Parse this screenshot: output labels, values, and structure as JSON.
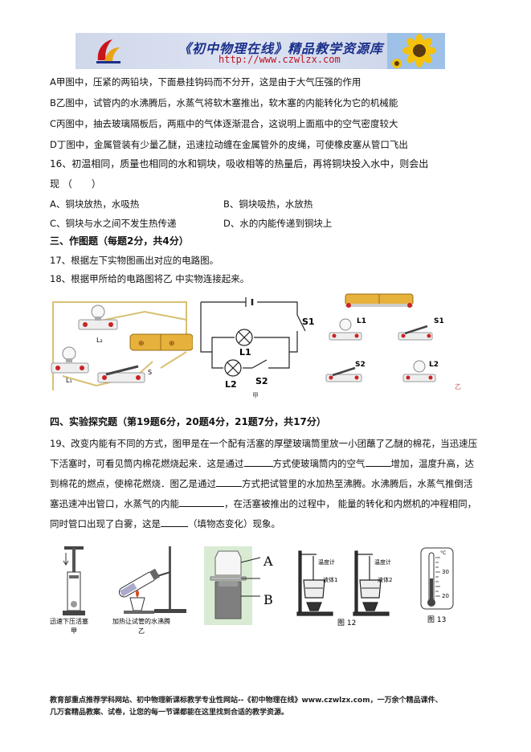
{
  "banner": {
    "title": "《初中物理在线》精品教学资源库",
    "url": "http://www.czwlzx.com"
  },
  "q15_options": [
    "A甲图中，压紧的两铅块，下面悬挂钩码而不分开，这是由于大气压强的作用",
    "B乙图中，试管内的水沸腾后，水蒸气将软木塞推出，软木塞的内能转化为它的机械能",
    "C丙图中，抽去玻璃隔板后，两瓶中的气体逐渐混合，这说明上面瓶中的空气密度较大",
    "D丁图中，金属管装有少量乙醚，迅速拉动缠在金属管外的皮绳，可使橡皮塞从管口飞出"
  ],
  "q16": {
    "line1": "16、初温相同，质量也相同的水和铜块，吸收相等的热量后，再将铜块投入水中，则会出",
    "line2": "现 （　　）",
    "opt_a": "A、铜块放热，水吸热",
    "opt_b": "B、铜块吸热，水放热",
    "opt_c": "C、铜块与水之间不发生热传递",
    "opt_d": "D、水的内能传递到铜块上"
  },
  "section3": {
    "heading": "三、作图题（每题2分，共4分）",
    "q17": "17、根据左下实物图画出对应的电路图。",
    "q18": "18、根据甲所给的电路图将乙 中实物连接起来。"
  },
  "circuit_labels": {
    "L2": "L₂",
    "L1": "L₁",
    "S": "S",
    "S1": "S1",
    "L1_schem": "L1",
    "L2_schem": "L2",
    "S2": "S2",
    "jia": "甲",
    "yi": "乙"
  },
  "section4": {
    "heading": "四、实验探究题（第19题6分，20题4分，21题7分，共17分）",
    "q19_a": "19、改变内能有不同的方式，图甲是在一个配有活塞的厚壁玻璃筒里放一小团蘸了乙醚的棉花，当迅速压下活塞时，可看见筒内棉花燃烧起来．这是通过",
    "q19_b": "方式使玻璃筒内的空气",
    "q19_c": "增加，温度升高，达到棉花的燃点，使棉花燃烧．图乙是通过",
    "q19_d": "方式把试管里的水加热至沸腾。水沸腾后，水蒸气推倒活塞迅速冲出管口，水蒸气的内能",
    "q19_e": "，在活塞被推出的过程中，  能量的转化和内燃机的冲程相同，同时管口出现了白雾，这是",
    "q19_f": "（填物态变化）现象。"
  },
  "figures": {
    "cap_jia_1": "迅速下压活塞",
    "cap_jia_2": "甲",
    "cap_yi_1": "加热让试管的水沸腾",
    "cap_yi_2": "乙",
    "label_A": "A",
    "label_B": "B",
    "thermo": "温度计",
    "liquid1": "液体1",
    "liquid2": "液体2",
    "fig12": "图 12",
    "fig13": "图 13",
    "unit": "°C",
    "t30": "30",
    "t20": "20"
  },
  "footer": {
    "line1": "教育部重点推荐学科网站、初中物理新课标教学专业性网站--《初中物理在线》www.czwlzx.com，一万余个精品课件、",
    "line2": "几万套精品教案、试卷，让您的每一节课都能在这里找到合适的教学资源。"
  }
}
